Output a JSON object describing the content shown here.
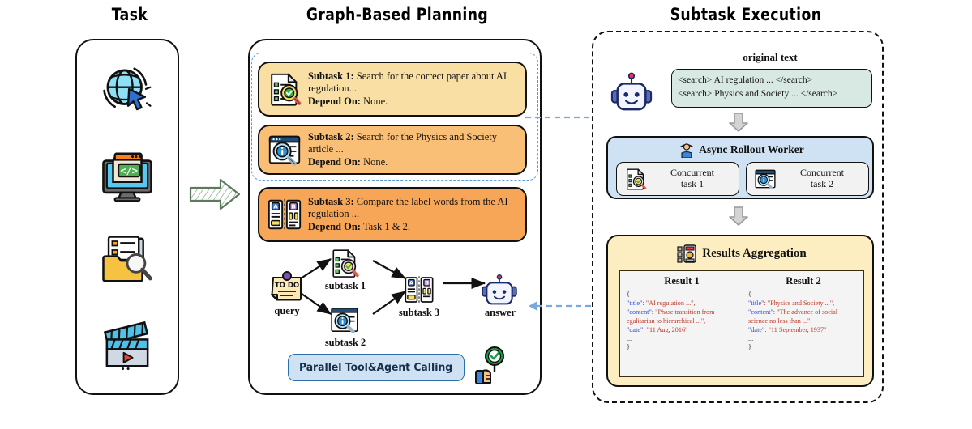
{
  "headers": {
    "task": "Task",
    "planning": "Graph-Based Planning",
    "execution": "Subtask Execution"
  },
  "task_panel": {
    "icons": [
      {
        "name": "globe-cursor-icon",
        "label": "web browsing"
      },
      {
        "name": "monitor-code-icon",
        "label": "code"
      },
      {
        "name": "folder-search-icon",
        "label": "document search"
      },
      {
        "name": "clapperboard-play-icon",
        "label": "video"
      }
    ]
  },
  "transition_arrow": {
    "name": "hatched-right-arrow"
  },
  "planning": {
    "subtasks": [
      {
        "icon": "document-check-magnifier-icon",
        "label": "Subtask 1:",
        "text": "Search for the correct paper about AI regulation...",
        "depend_label": "Depend On:",
        "depend_value": "None.",
        "bg": "#f9dfa3"
      },
      {
        "icon": "browser-info-magnifier-icon",
        "label": "Subtask 2:",
        "text": "Search for the Physics and Society article ...",
        "depend_label": "Depend On:",
        "depend_value": "None.",
        "bg": "#f9bf77"
      },
      {
        "icon": "compare-ab-icon",
        "label": "Subtask 3:",
        "text": "Compare the label words from the AI regulation ...",
        "depend_label": "Depend On:",
        "depend_value": "Task 1 & 2.",
        "bg": "#f7a556"
      }
    ],
    "graph": {
      "query": "query",
      "query_icon_text": "TO DO",
      "subtask_1": "subtask 1",
      "subtask_2": "subtask 2",
      "subtask_3": "subtask 3",
      "answer": "answer"
    },
    "parallel_banner": "Parallel Tool&Agent Calling"
  },
  "execution": {
    "original_text_label": "original text",
    "original_text_lines": [
      "<search> AI regulation ... </search>",
      "<search> Physics and Society ... </search>"
    ],
    "worker": {
      "title": "Async Rollout Worker",
      "tasks": [
        {
          "line1": "Concurrent",
          "line2": "task 1",
          "icon": "document-check-magnifier-icon"
        },
        {
          "line1": "Concurrent",
          "line2": "task 2",
          "icon": "browser-info-magnifier-icon"
        }
      ]
    },
    "aggregation": {
      "title": "Results Aggregation",
      "results": [
        {
          "heading": "Result 1",
          "lines": [
            {
              "type": "brace",
              "text": "{"
            },
            {
              "type": "kv",
              "key": "\"title\"",
              "value": ": \"AI regulation ...\","
            },
            {
              "type": "kv",
              "key": "\"content\"",
              "value": ": \"Phase transition from"
            },
            {
              "type": "cont",
              "value": "egalitarian to hierarchical ...\","
            },
            {
              "type": "kv",
              "key": "\"date\"",
              "value": ": \"11 Aug, 2016\""
            },
            {
              "type": "cont",
              "value": "..."
            },
            {
              "type": "brace",
              "text": "}"
            }
          ]
        },
        {
          "heading": "Result 2",
          "lines": [
            {
              "type": "brace",
              "text": "{"
            },
            {
              "type": "kv",
              "key": "\"title\"",
              "value": ": \"Physics and Society ...\","
            },
            {
              "type": "kv",
              "key": "\"content\"",
              "value": ": \"The advance of social"
            },
            {
              "type": "cont",
              "value": "science no less than ...\","
            },
            {
              "type": "kv",
              "key": "\"date\"",
              "value": ": \"11 September, 1937\""
            },
            {
              "type": "cont",
              "value": "..."
            },
            {
              "type": "brace",
              "text": "}"
            }
          ]
        }
      ]
    }
  },
  "colors": {
    "subtask1": "#f9dfa3",
    "subtask2": "#f9bf77",
    "subtask3": "#f7a556",
    "worker_blue": "#cfe2f3",
    "aggregation_yellow": "#fdeec2",
    "original_text_green": "#d8e9e4",
    "dashed_blue": "#5b9bd5",
    "connector_blue": "#7aa9e0"
  }
}
